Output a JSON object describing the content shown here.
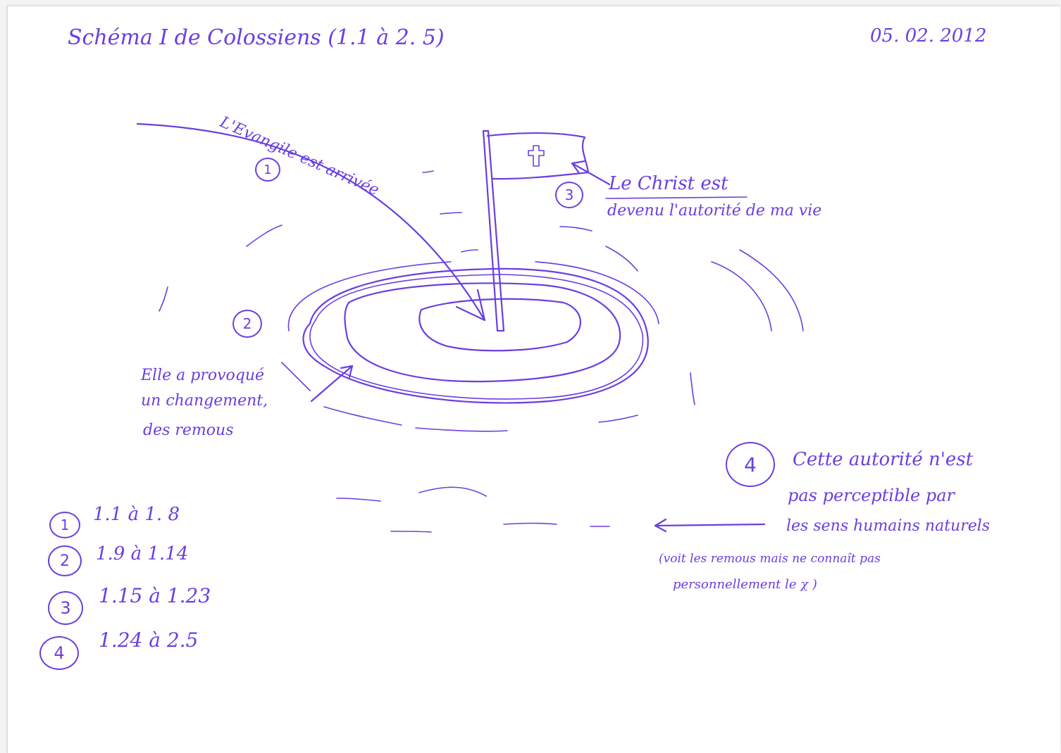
{
  "title": "Schéma I de Colossiens (1.1 à 2. 5)",
  "date": "05. 02. 2012",
  "annotations": {
    "gospel": {
      "number": "1",
      "text": "L'Evangile est arrivée"
    },
    "change": {
      "number": "2",
      "line1": "Elle a provoqué",
      "line2": "un changement,",
      "line3": "des remous"
    },
    "christ": {
      "number": "3",
      "line1": "Le Christ est",
      "line2": "devenu l'autorité de ma vie"
    },
    "authority": {
      "number": "4",
      "line1": "Cette autorité n'est",
      "line2": "pas perceptible par",
      "line3": "les sens humains naturels",
      "note1": "(voit les remous mais ne connaît pas",
      "note2": "personnellement le χ )"
    }
  },
  "flag_symbol": "✝",
  "legend": [
    {
      "number": "1",
      "range": "1.1 à 1. 8"
    },
    {
      "number": "2",
      "range": "1.9 à 1.14"
    },
    {
      "number": "3",
      "range": "1.15 à 1.23"
    },
    {
      "number": "4",
      "range": "1.24 à 2.5"
    }
  ],
  "colors": {
    "ink": "#6a3fe0",
    "paper": "#ffffff"
  }
}
